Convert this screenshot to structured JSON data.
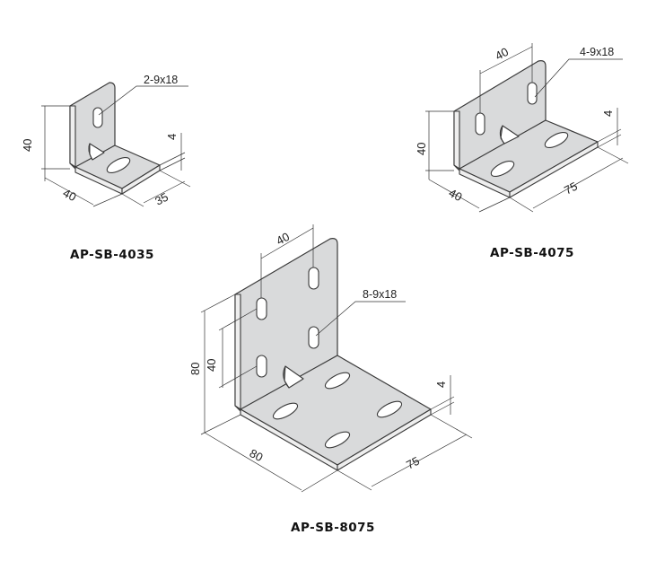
{
  "brackets": [
    {
      "model": "AP-SB-4035",
      "hole_note": "2-9x18",
      "dims": {
        "height": "40",
        "width": "40",
        "depth": "35",
        "thickness": "4"
      }
    },
    {
      "model": "AP-SB-4075",
      "hole_note": "4-9x18",
      "dims": {
        "height": "40",
        "width": "40",
        "depth": "75",
        "thickness": "4",
        "hole_pitch": "40"
      }
    },
    {
      "model": "AP-SB-8075",
      "hole_note": "8-9x18",
      "dims": {
        "height": "80",
        "width": "80",
        "depth": "75",
        "thickness": "4",
        "hole_pitch_top": "40",
        "hole_pitch_side": "40"
      }
    }
  ],
  "colors": {
    "plate": "#d9dadb",
    "outline": "#3a3a3a",
    "background": "#ffffff"
  }
}
